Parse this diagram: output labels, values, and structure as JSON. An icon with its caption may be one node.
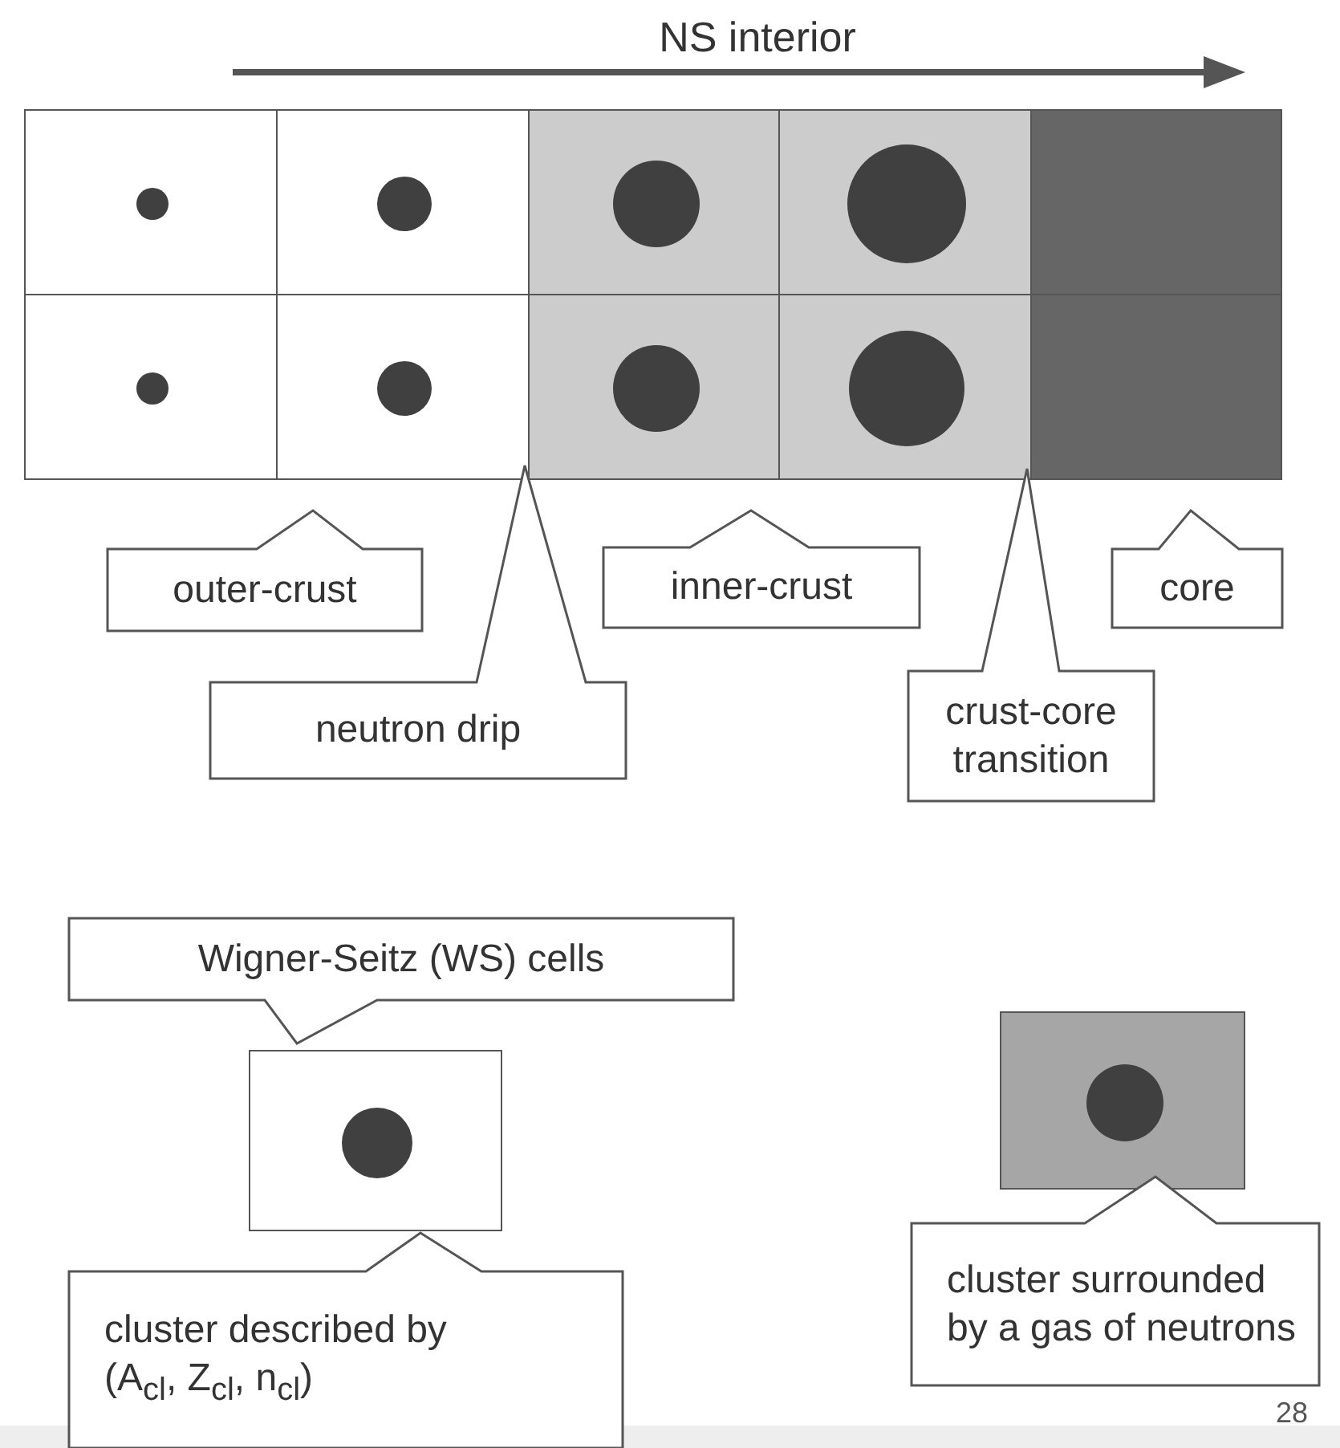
{
  "diagram": {
    "nodes": [
      {
        "text": [],
        "shape": "box"
      },
      {
        "text": [],
        "shape": "box"
      },
      {
        "text": [],
        "shape": "box"
      },
      {
        "text": [],
        "shape": "box"
      },
      {
        "text": [],
        "shape": "box"
      },
      {
        "text": [],
        "shape": "box"
      },
      {
        "text": [],
        "shape": "box"
      },
      {
        "text": [],
        "shape": "box"
      },
      {
        "text": [],
        "shape": "box"
      },
      {
        "text": [],
        "shape": "box"
      },
      {
        "text": [],
        "shape": "circle",
        "in": 0
      },
      {
        "text": [],
        "shape": "circle",
        "in": 1
      },
      {
        "text": [],
        "shape": "circle",
        "in": 2
      },
      {
        "text": [],
        "shape": "circle",
        "in": 3
      },
      {
        "text": [],
        "shape": "circle",
        "in": 5
      },
      {
        "text": [],
        "shape": "circle",
        "in": 6
      },
      {
        "text": [],
        "shape": "circle",
        "in": 7
      },
      {
        "text": [],
        "shape": "circle",
        "in": 8
      },
      {
        "text": [
          "outer-crust"
        ]
      },
      {
        "text": [
          "inner-crust"
        ]
      },
      {
        "text": [
          "core"
        ]
      },
      {
        "text": [
          "neutron drip"
        ]
      },
      {
        "text": [
          "crust-core transition"
        ]
      },
      {
        "text": [
          "Wigner-Seitz (WS) cells"
        ]
      },
      {
        "text": [],
        "shape": "box"
      },
      {
        "text": [],
        "shape": "circle",
        "in": 24
      },
      {
        "text": [],
        "shape": "box"
      },
      {
        "text": [],
        "shape": "circle",
        "in": 26
      },
      {
        "text": [
          "cluster described by (A$_{cl}$, Z$_{cl}$, n$_{cl}$)"
        ]
      },
      {
        "text": [
          "cluster surrounded by a gas of neutrons"
        ]
      }
    ],
    "labels": [
      "NS interior",
      "28"
    ]
  }
}
